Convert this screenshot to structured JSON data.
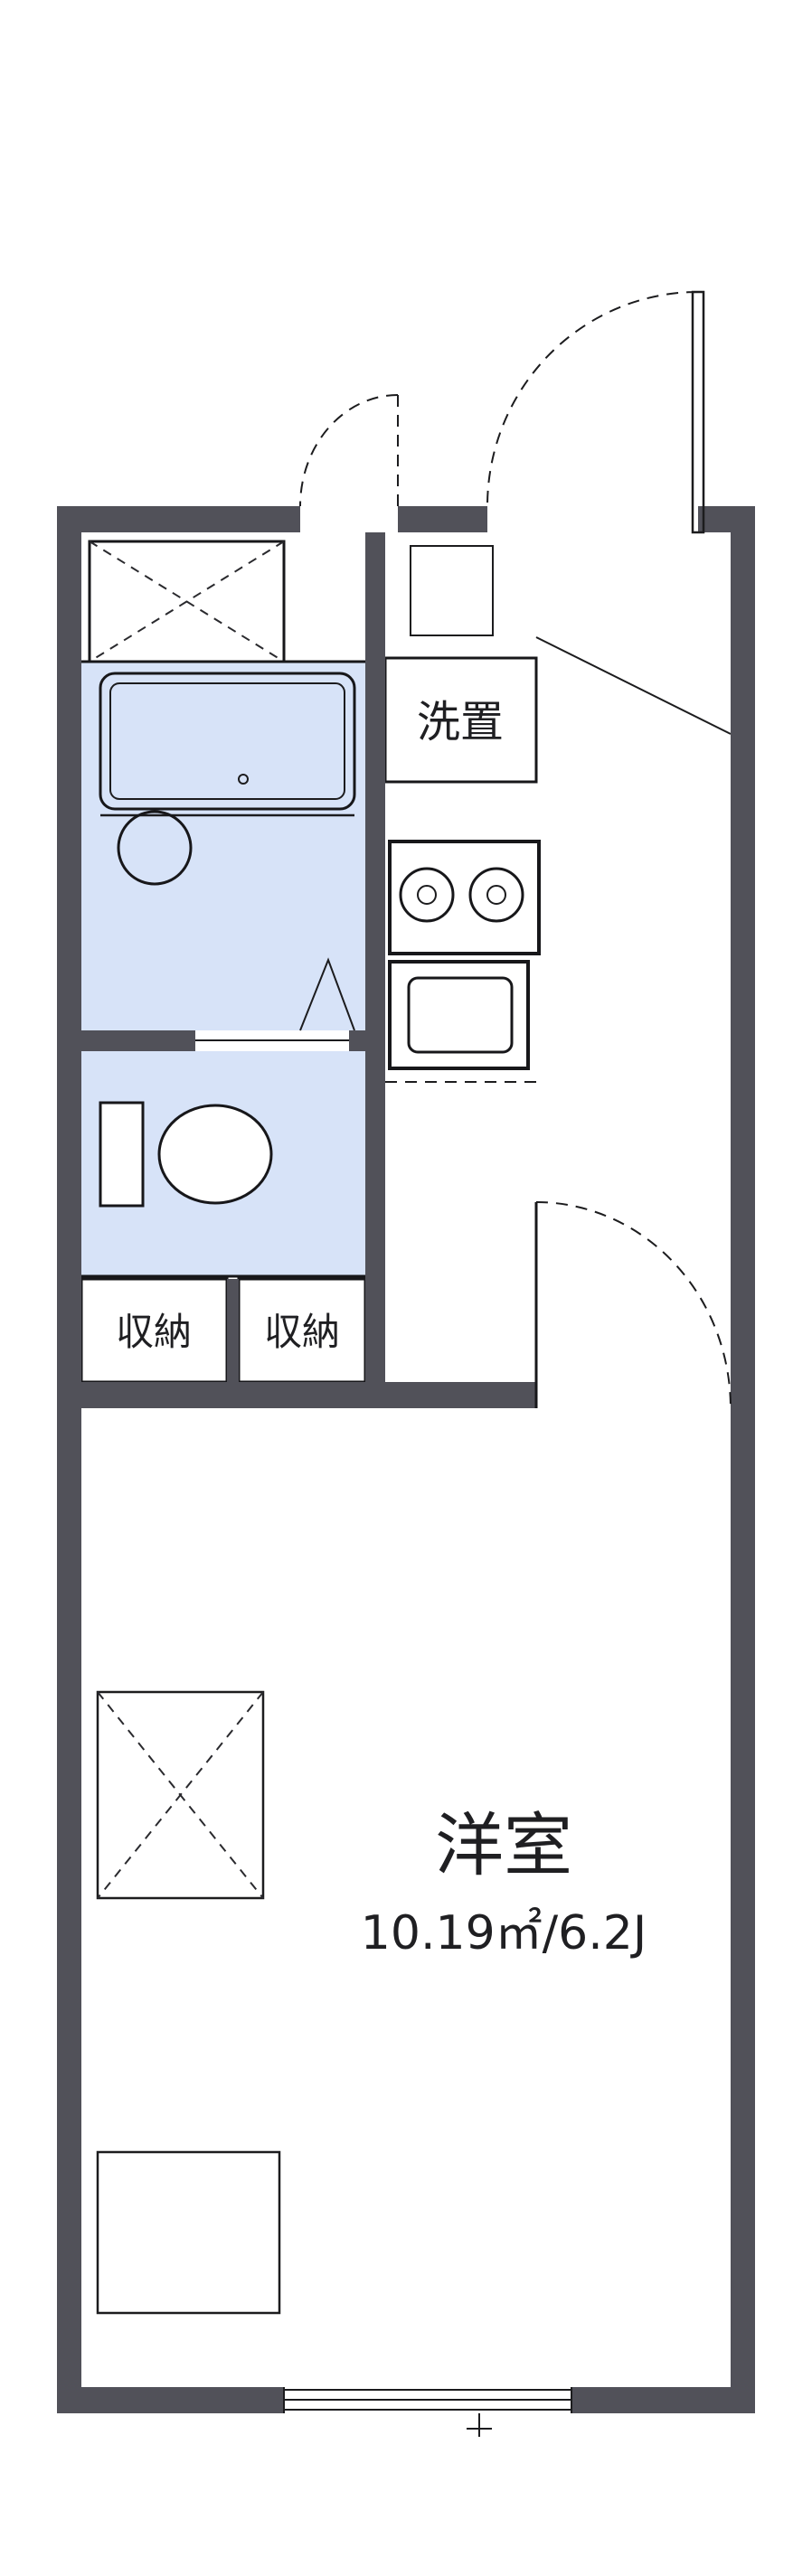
{
  "labels": {
    "laundry": "洗置",
    "storage_left": "収納",
    "storage_right": "収納",
    "room_name": "洋室",
    "room_size": "10.19㎡/6.2J"
  },
  "colors": {
    "wall": "#515159",
    "line": "#1c1c1e",
    "water_blue": "#d7e3f8",
    "cabinet_beige": "#f7f0d4",
    "background": "#ffffff"
  }
}
